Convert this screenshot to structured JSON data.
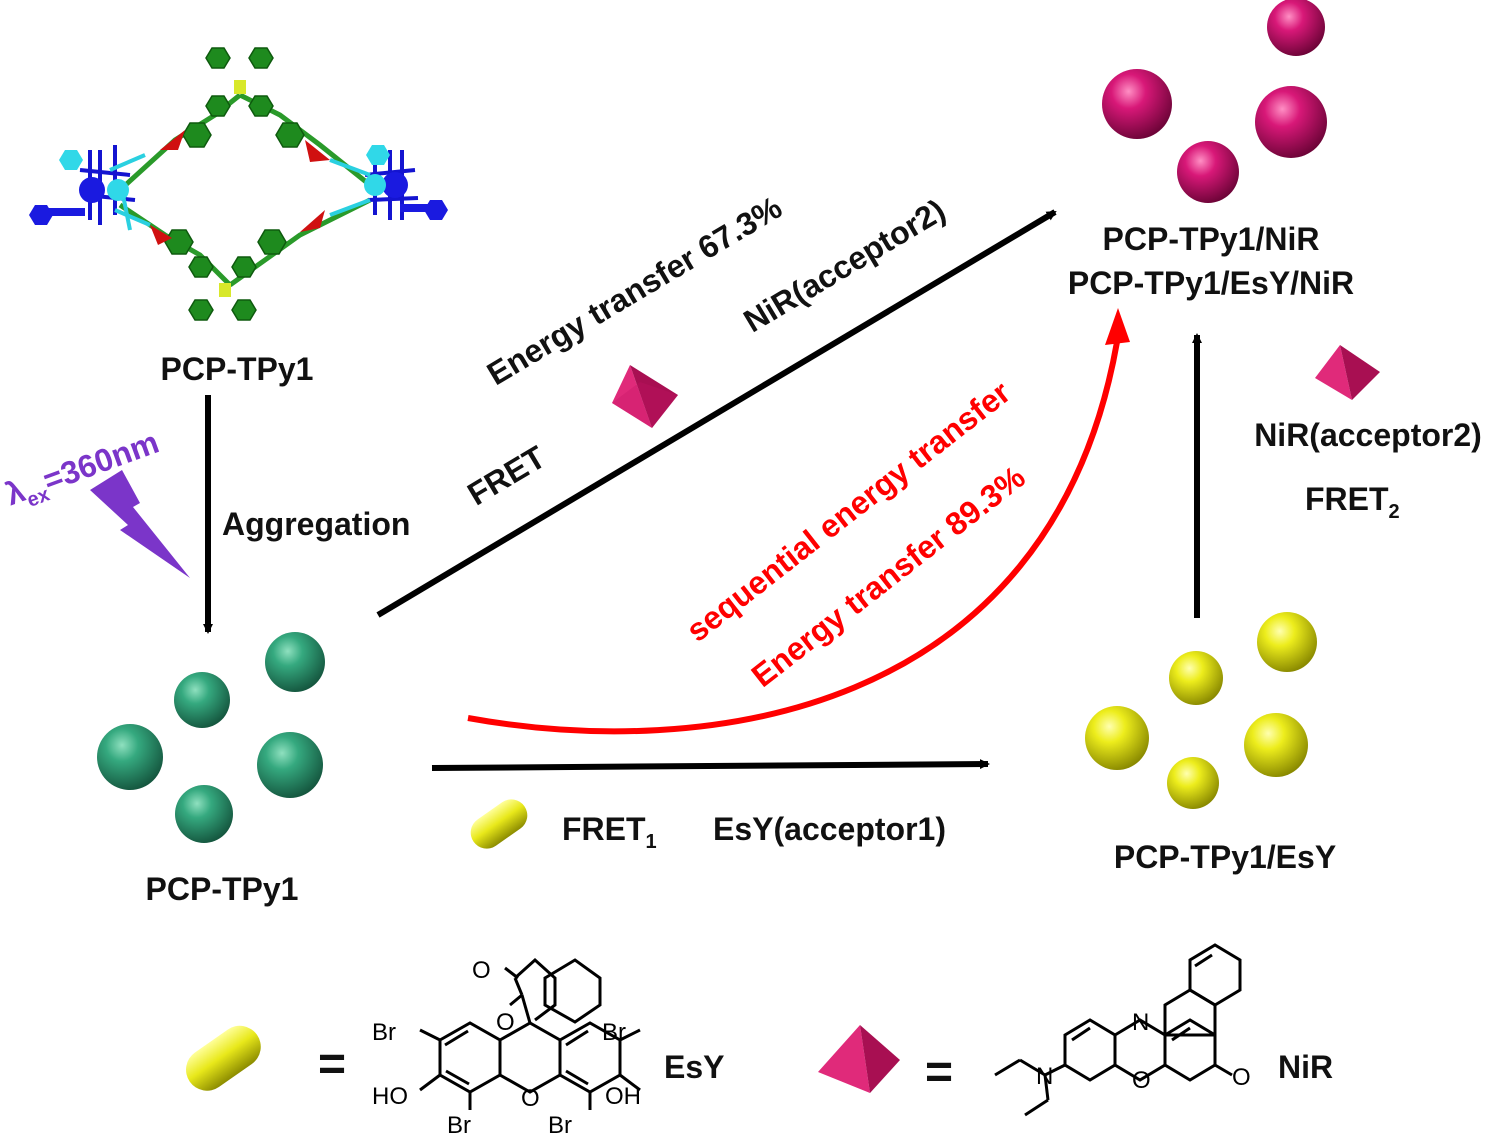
{
  "colors": {
    "green_sphere": "#2e9a72",
    "yellow_sphere": "#e3e31a",
    "magenta_sphere": "#d01873",
    "arrow_black": "#000000",
    "arrow_red": "#ff0000",
    "lightning_purple": "#7b35c9"
  },
  "labels": {
    "pcp_top": "PCP-TPy1",
    "pcp_bottom": "PCP-TPy1",
    "aggregation": "Aggregation",
    "lambda_symbol": "λ",
    "lambda_sub": "ex",
    "lambda_value": "=360nm",
    "energy_transfer_upper": "Energy transfer 67.3%",
    "fret_upper": "FRET",
    "nir_acceptor_diag": "NiR(acceptor2)",
    "sequential": "sequential energy transfer",
    "energy_transfer_red": "Energy transfer 89.3%",
    "product_1": "PCP-TPy1/NiR",
    "product_2": "PCP-TPy1/EsY/NiR",
    "nir_acceptor_right": "NiR(acceptor2)",
    "fret2": "FRET",
    "fret2_sub": "2",
    "fret1": "FRET",
    "fret1_sub": "1",
    "esy_acceptor": "EsY(acceptor1)",
    "pcp_esy": "PCP-TPy1/EsY"
  },
  "legend": {
    "equals_1": "=",
    "equals_2": "=",
    "esy_name": "EsY",
    "nir_name": "NiR"
  },
  "chem_labels": {
    "esy_O_carbonyl": "O",
    "esy_O_ring": "O",
    "esy_Br_tl": "Br",
    "esy_Br_tr": "Br",
    "esy_HO": "HO",
    "esy_OH": "OH",
    "esy_Br_bl": "Br",
    "esy_Br_br": "Br",
    "esy_O_xanthene": "O",
    "nir_N_ring": "N",
    "nir_O_ring": "O",
    "nir_O_keto": "O",
    "nir_N_amine": "N"
  },
  "icons": {
    "capsule": "yellow-capsule-icon",
    "octahedron": "magenta-octahedron-icon",
    "lightning": "lightning-bolt-icon"
  }
}
